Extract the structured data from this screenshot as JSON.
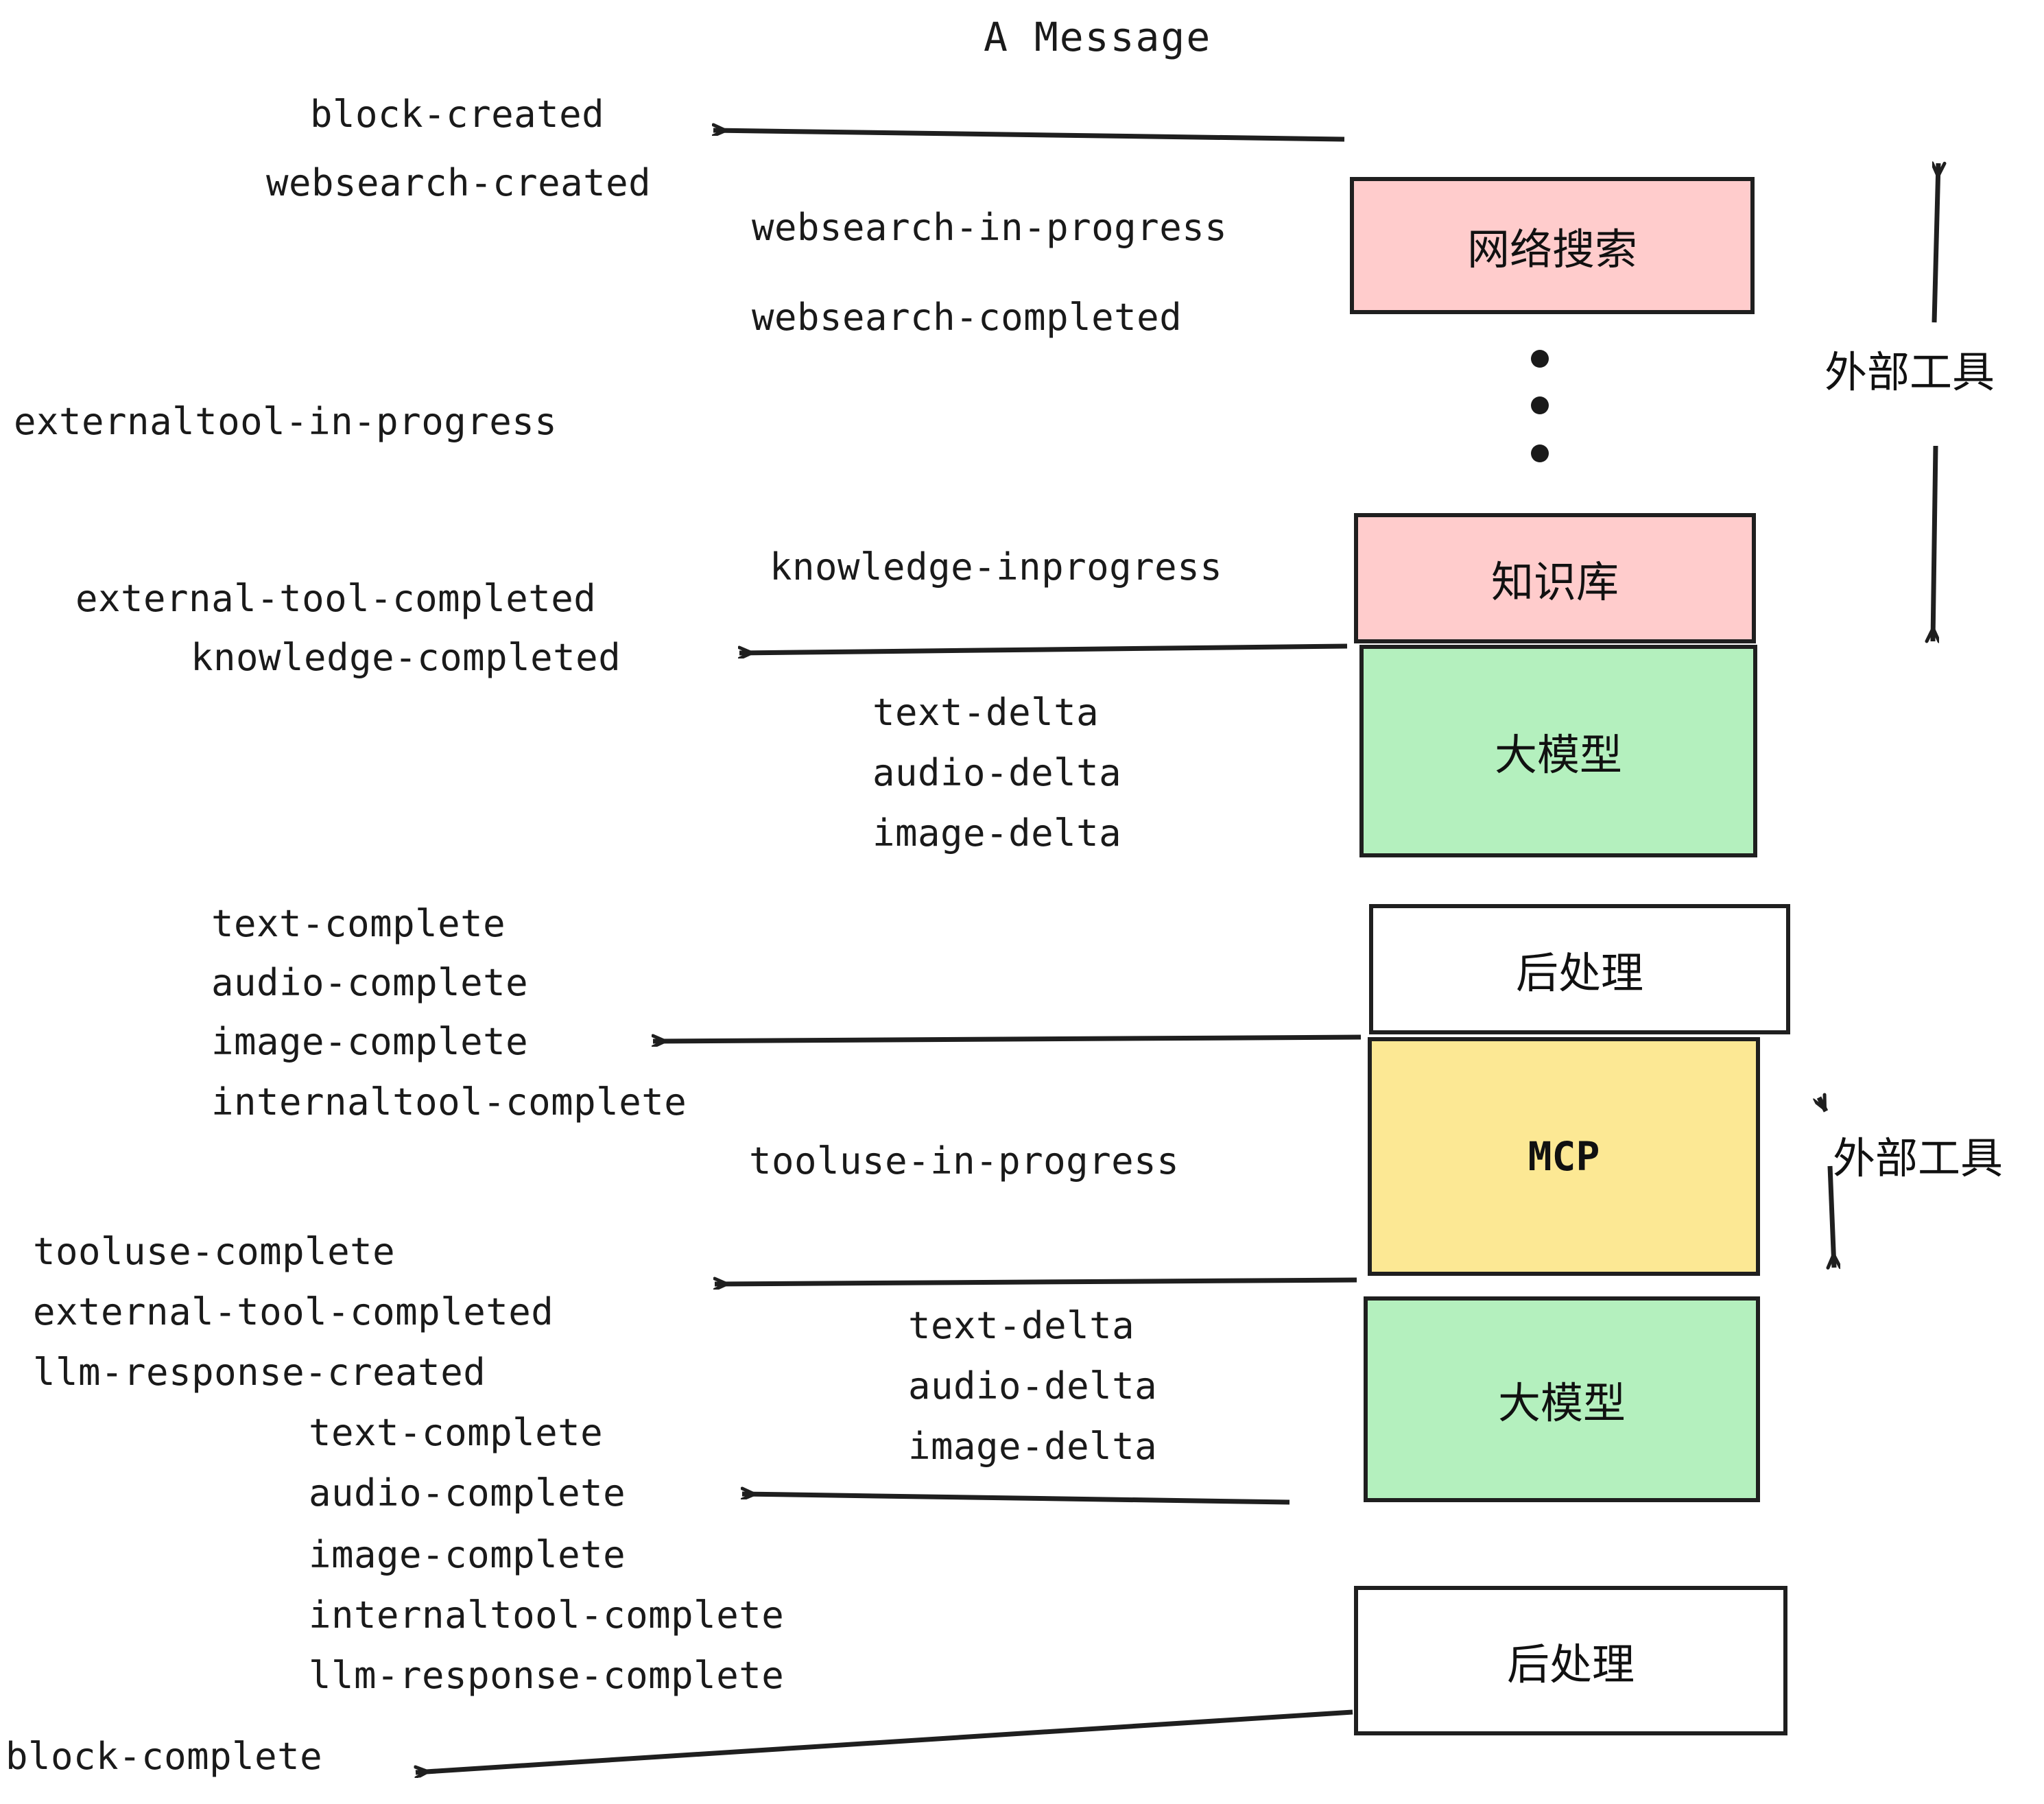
{
  "title": "A Message",
  "colors": {
    "pink": "#ffcccc",
    "green": "#b4f0be",
    "yellow": "#fce894",
    "white": "#ffffff",
    "stroke": "#1f1f1f",
    "text": "#1a1a1a"
  },
  "nodes": [
    {
      "id": "websearch",
      "label": "网络搜索",
      "fill": "#ffcccc"
    },
    {
      "id": "knowledge",
      "label": "知识库",
      "fill": "#ffcccc"
    },
    {
      "id": "llm-1",
      "label": "大模型",
      "fill": "#b4f0be"
    },
    {
      "id": "postprocess-1",
      "label": "后处理",
      "fill": "#ffffff"
    },
    {
      "id": "mcp",
      "label": "MCP",
      "fill": "#fce894"
    },
    {
      "id": "llm-2",
      "label": "大模型",
      "fill": "#b4f0be"
    },
    {
      "id": "postprocess-2",
      "label": "后处理",
      "fill": "#ffffff"
    }
  ],
  "group_labels": [
    {
      "id": "external-tools-top",
      "label": "外部工具"
    },
    {
      "id": "external-tools-bottom",
      "label": "外部工具"
    }
  ],
  "events": [
    {
      "id": "block-created",
      "text": "block-created"
    },
    {
      "id": "websearch-created",
      "text": "websearch-created"
    },
    {
      "id": "websearch-in-progress",
      "text": "websearch-in-progress"
    },
    {
      "id": "websearch-completed",
      "text": "websearch-completed"
    },
    {
      "id": "externaltool-in-progress",
      "text": "externaltool-in-progress"
    },
    {
      "id": "knowledge-inprogress",
      "text": "knowledge-inprogress"
    },
    {
      "id": "external-tool-completed-1",
      "text": "external-tool-completed"
    },
    {
      "id": "knowledge-completed",
      "text": "knowledge-completed"
    },
    {
      "id": "text-delta-1",
      "text": "text-delta"
    },
    {
      "id": "audio-delta-1",
      "text": "audio-delta"
    },
    {
      "id": "image-delta-1",
      "text": "image-delta"
    },
    {
      "id": "text-complete-1",
      "text": "text-complete"
    },
    {
      "id": "audio-complete-1",
      "text": "audio-complete"
    },
    {
      "id": "image-complete-1",
      "text": "image-complete"
    },
    {
      "id": "internaltool-complete-1",
      "text": "internaltool-complete"
    },
    {
      "id": "tooluse-in-progress",
      "text": "tooluse-in-progress"
    },
    {
      "id": "tooluse-complete",
      "text": "tooluse-complete"
    },
    {
      "id": "external-tool-completed-2",
      "text": "external-tool-completed"
    },
    {
      "id": "llm-response-created",
      "text": "llm-response-created"
    },
    {
      "id": "text-delta-2",
      "text": "text-delta"
    },
    {
      "id": "audio-delta-2",
      "text": "audio-delta"
    },
    {
      "id": "image-delta-2",
      "text": "image-delta"
    },
    {
      "id": "text-complete-2",
      "text": "text-complete"
    },
    {
      "id": "audio-complete-2",
      "text": "audio-complete"
    },
    {
      "id": "image-complete-2",
      "text": "image-complete"
    },
    {
      "id": "internaltool-complete-2",
      "text": "internaltool-complete"
    },
    {
      "id": "llm-response-complete",
      "text": "llm-response-complete"
    },
    {
      "id": "block-complete",
      "text": "block-complete"
    }
  ]
}
